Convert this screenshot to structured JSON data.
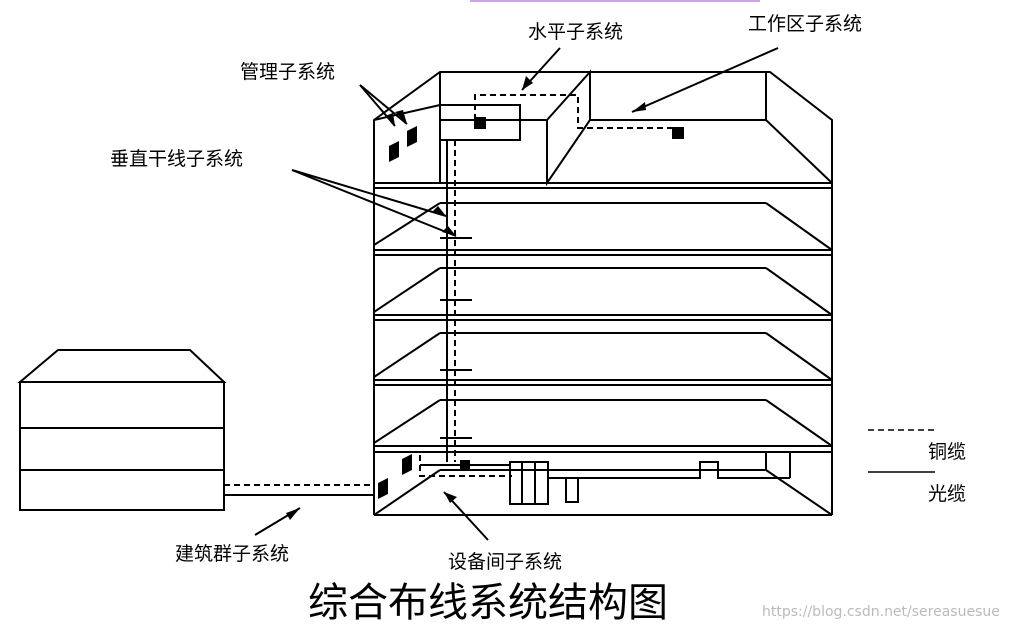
{
  "labels": {
    "horizontal": "水平子系统",
    "work_area": "工作区子系统",
    "management": "管理子系统",
    "vertical": "垂直干线子系统",
    "campus": "建筑群子系统",
    "equipment_room": "设备间子系统"
  },
  "legend": {
    "copper": "铜缆",
    "fiber": "光缆"
  },
  "caption": "综合布线系统结构图",
  "watermark": "https://blog.csdn.net/sereasuesue"
}
